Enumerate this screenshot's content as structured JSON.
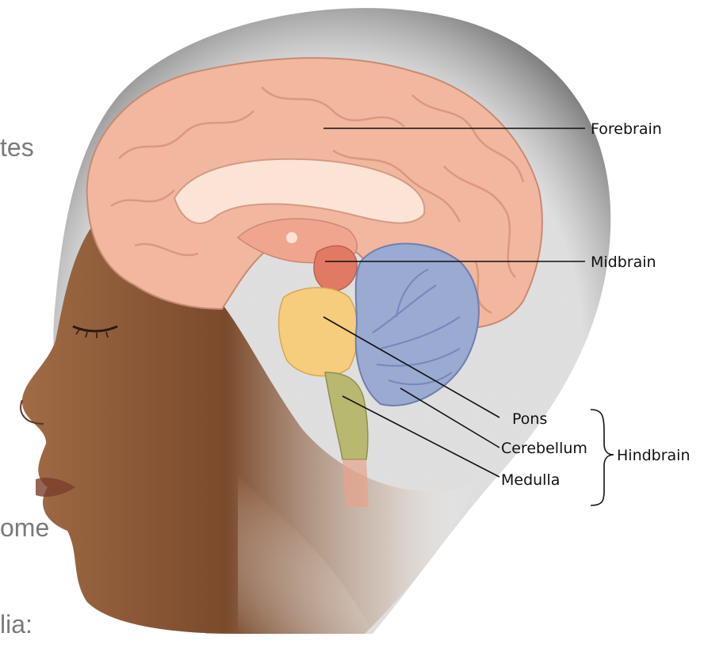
{
  "slide_fragments": [
    "tes",
    "ome",
    "lia:"
  ],
  "labels": {
    "forebrain": "Forebrain",
    "midbrain": "Midbrain",
    "pons": "Pons",
    "cerebellum": "Cerebellum",
    "medulla": "Medulla",
    "hindbrain": "Hindbrain"
  },
  "colors": {
    "forebrain": "#f2b79f",
    "midbrain": "#e07a64",
    "pons": "#f6cd7c",
    "medulla": "#b8b870",
    "cerebellum": "#9aaad0",
    "skin": "#8a5a3c",
    "hair": "#8a8a8a"
  }
}
